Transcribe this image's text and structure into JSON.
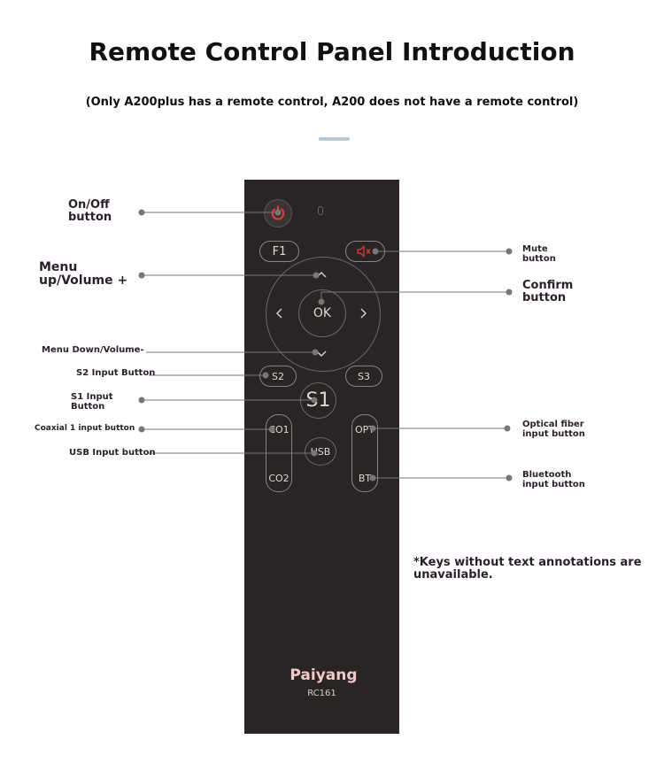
{
  "header": {
    "title": "Remote Control Panel Introduction",
    "subtitle": "(Only A200plus has a remote control, A200 does not have a remote control)"
  },
  "remote": {
    "brand": "Paiyang",
    "model": "RC161",
    "buttons": {
      "power_icon": "power-icon",
      "f1": "F1",
      "mute_icon": "speaker-mute-icon",
      "ok": "OK",
      "up": "^",
      "down": "v",
      "left": "<",
      "right": ">",
      "s2": "S2",
      "s3": "S3",
      "s1": "S1",
      "co1": "CO1",
      "co2": "CO2",
      "usb": "USB",
      "opt": "OPT",
      "bt": "BT"
    },
    "colors": {
      "body": "#2a2424",
      "accent_red": "#e23a3a",
      "brand": "#f2c9c9"
    }
  },
  "labels": {
    "on_off_1": "On/Off",
    "on_off_2": "button",
    "menu_up_1": "Menu",
    "menu_up_2": "up/Volume +",
    "menu_down": "Menu Down/Volume-",
    "s2_input": "S2 Input Button",
    "s1_input_1": "S1 Input",
    "s1_input_2": "Button",
    "coaxial1": "Coaxial 1 input button",
    "usb_input": "USB Input button",
    "mute_1": "Mute",
    "mute_2": "button",
    "confirm_1": "Confirm",
    "confirm_2": "button",
    "optical_1": "Optical fiber",
    "optical_2": "input button",
    "bluetooth_1": "Bluetooth",
    "bluetooth_2": "input button"
  },
  "note": "*Keys without text annotations are unavailable."
}
